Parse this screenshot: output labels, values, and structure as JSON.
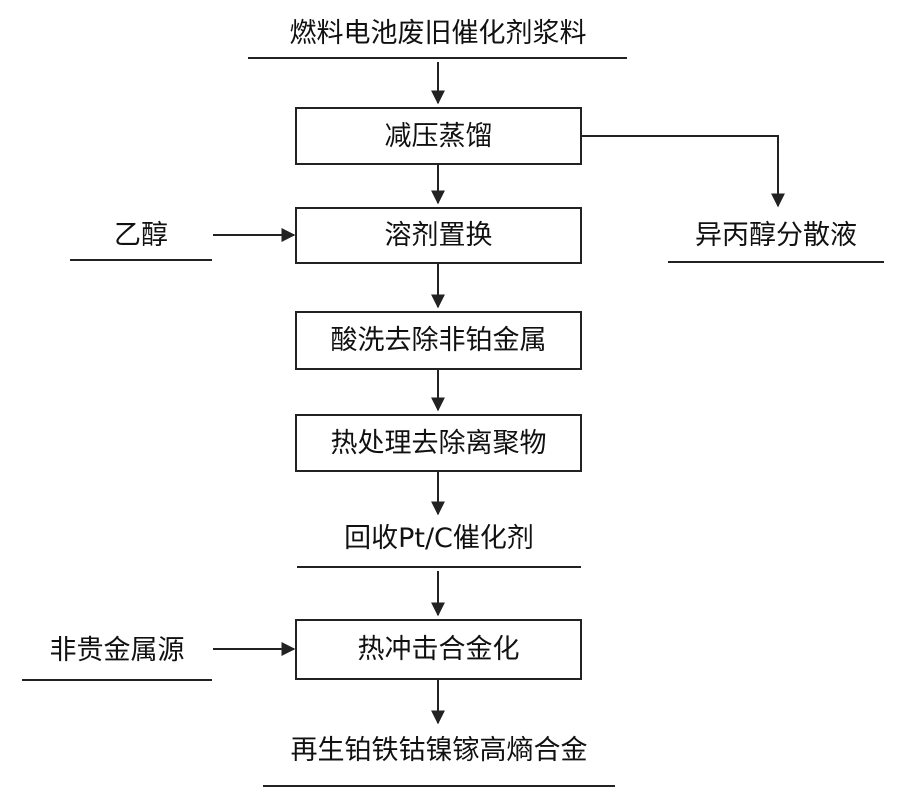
{
  "flow": {
    "top_input": "燃料电池废旧催化剂浆料",
    "step1": "减压蒸馏",
    "step2": "溶剂置换",
    "step3": "酸洗去除非铂金属",
    "step4": "热处理去除离聚物",
    "intermediate": "回收Pt/C催化剂",
    "step5": "热冲击合金化",
    "final_output": "再生铂铁钴镍镓高熵合金"
  },
  "side_inputs": {
    "ethanol": "乙醇",
    "non_precious_metal_source": "非贵金属源"
  },
  "side_outputs": {
    "ipa_dispersion": "异丙醇分散液"
  }
}
